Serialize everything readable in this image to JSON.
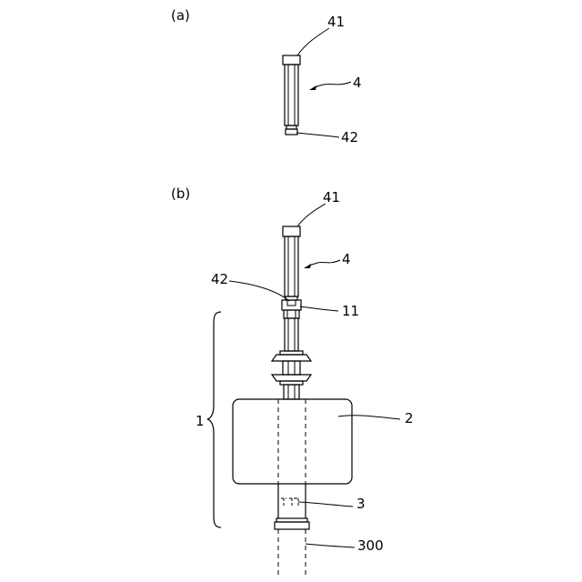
{
  "figure": {
    "panel_a": {
      "panel_label": "(a)",
      "labels": {
        "cap": "41",
        "component": "4",
        "bottom_end": "42"
      }
    },
    "panel_b": {
      "panel_label": "(b)",
      "labels": {
        "cap": "41",
        "component": "4",
        "bottom_end": "42",
        "joint": "11",
        "assembly_brace": "1",
        "body": "2",
        "lower_part": "3",
        "pipe": "300"
      }
    }
  }
}
